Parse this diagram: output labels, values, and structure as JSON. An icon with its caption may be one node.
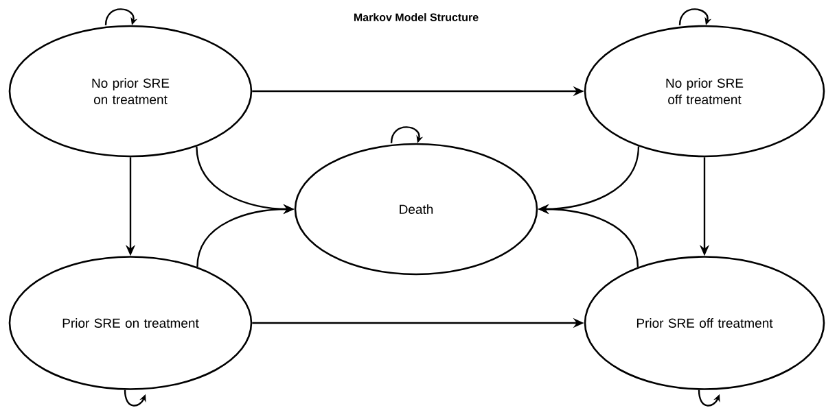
{
  "diagram": {
    "title": "Markov Model Structure",
    "nodes": [
      {
        "text": [
          "No prior SRE on treatment"
        ]
      },
      {
        "text": [
          "No prior SRE off treatment"
        ]
      },
      {
        "text": [
          "Death"
        ]
      },
      {
        "text": [
          "Prior SRE on treatment"
        ]
      },
      {
        "text": [
          "Prior SRE off treatment"
        ]
      }
    ],
    "edges": [
      {
        "from": 0,
        "to": 0,
        "arrow": "to"
      },
      {
        "from": 1,
        "to": 1,
        "arrow": "to"
      },
      {
        "from": 2,
        "to": 2,
        "arrow": "to"
      },
      {
        "from": 0,
        "to": 1,
        "arrow": "to"
      },
      {
        "from": 0,
        "to": 3,
        "arrow": "to"
      },
      {
        "from": 0,
        "to": 2,
        "arrow": "to"
      },
      {
        "from": 1,
        "to": 2,
        "arrow": "to"
      },
      {
        "from": 1,
        "to": 4,
        "arrow": "to"
      },
      {
        "from": 3,
        "to": 2,
        "arrow": "to"
      },
      {
        "from": 4,
        "to": 2,
        "arrow": "to"
      },
      {
        "from": 3,
        "to": 4,
        "arrow": "to"
      },
      {
        "from": 3,
        "to": 3,
        "arrow": "to"
      },
      {
        "from": 4,
        "to": 4,
        "arrow": "to"
      }
    ]
  }
}
